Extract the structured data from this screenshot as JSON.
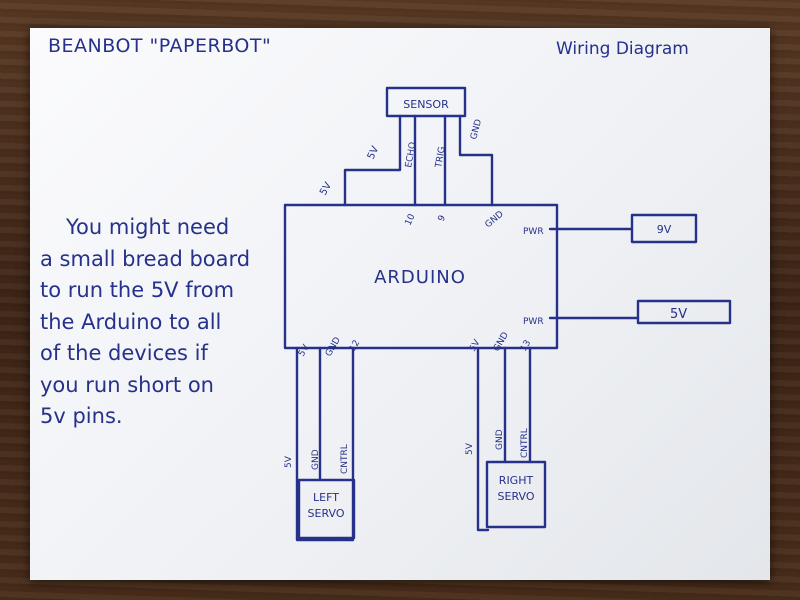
{
  "title": "BEANBOT \"PAPERBOT\"",
  "subtitle": "Wiring Diagram",
  "sensor": {
    "label": "SENSOR",
    "pins": {
      "vcc": "5V",
      "echo": "ECHO",
      "trig": "TRIG",
      "gnd": "GND"
    },
    "wire_vcc_label": "5V"
  },
  "arduino": {
    "label": "ARDUINO",
    "top_pins": [
      "10",
      "9",
      "GND"
    ],
    "right_pins": [
      "PWR",
      "PWR"
    ],
    "bottom_left_pins": [
      "5V",
      "GND",
      "12"
    ],
    "bottom_right_pins": [
      "5V",
      "GND",
      "13"
    ]
  },
  "power": {
    "battery_9v": "9V",
    "supply_5v": "5V"
  },
  "left_servo": {
    "label_line1": "LEFT",
    "label_line2": "SERVO",
    "wires": [
      "5V",
      "GND",
      "CNTRL"
    ]
  },
  "right_servo": {
    "label_line1": "RIGHT",
    "label_line2": "SERVO",
    "wires": [
      "5V",
      "GND",
      "CNTRL"
    ]
  },
  "note": [
    "You might need",
    "a small bread board",
    "to run the 5V from",
    "the Arduino to all",
    "of the devices if",
    "you run short on",
    "5v pins."
  ],
  "colors": {
    "ink": "#26318a",
    "paper": "#f5f6f8",
    "wood": "#4a2f1d"
  }
}
